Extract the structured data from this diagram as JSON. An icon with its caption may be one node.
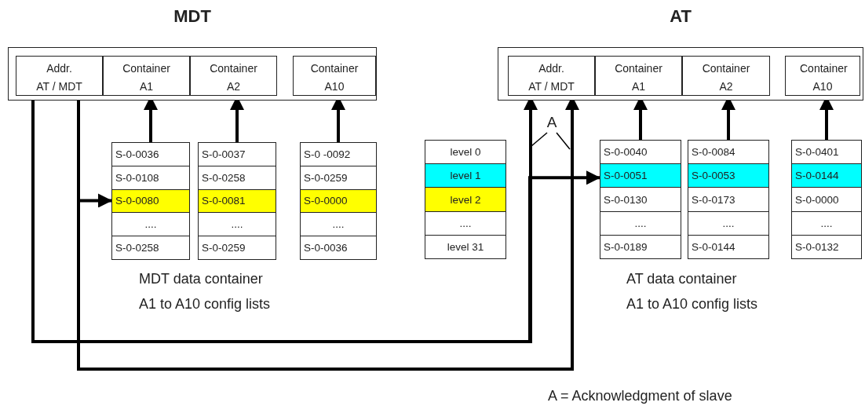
{
  "diagram": {
    "nodes": [
      {
        "text": [
          "MDT"
        ]
      },
      {
        "text": [
          "Addr.",
          "AT / MDT"
        ],
        "in": 0
      },
      {
        "text": [
          "Container A1"
        ],
        "in": 0
      },
      {
        "text": [
          "Container A2"
        ],
        "in": 0
      },
      {
        "text": [
          "Container A10"
        ],
        "in": 0
      },
      {
        "text": [],
        "shape": "box"
      },
      {
        "text": [
          "S-0-0036"
        ],
        "in": 5
      },
      {
        "text": [
          "S-0-0108"
        ],
        "in": 5
      },
      {
        "text": [
          "S-0-0080"
        ],
        "in": 5
      },
      {
        "text": [
          "...."
        ],
        "in": 5
      },
      {
        "text": [
          "S-0-0258"
        ],
        "in": 5
      },
      {
        "text": [],
        "shape": "box"
      },
      {
        "text": [
          "S-0-0037"
        ],
        "in": 11
      },
      {
        "text": [
          "S-0-0258"
        ],
        "in": 11
      },
      {
        "text": [
          "S-0-0081"
        ],
        "in": 11
      },
      {
        "text": [
          "...."
        ],
        "in": 11
      },
      {
        "text": [
          "S-0-0259"
        ],
        "in": 11
      },
      {
        "text": [],
        "shape": "box"
      },
      {
        "text": [
          "S-0 -0092"
        ],
        "in": 17
      },
      {
        "text": [
          "S-0-0259"
        ],
        "in": 17
      },
      {
        "text": [
          "S-0-0000"
        ],
        "in": 17
      },
      {
        "text": [
          "...."
        ],
        "in": 17
      },
      {
        "text": [
          "S-0-0036"
        ],
        "in": 17
      },
      {
        "text": [],
        "shape": "box"
      },
      {
        "text": [
          "level 0"
        ],
        "in": 23
      },
      {
        "text": [
          "level 1"
        ],
        "in": 23
      },
      {
        "text": [
          "level 2"
        ],
        "in": 23
      },
      {
        "text": [
          "...."
        ],
        "in": 23
      },
      {
        "text": [
          "level 31"
        ],
        "in": 23
      },
      {
        "text": [
          "AT"
        ]
      },
      {
        "text": [
          "Addr.",
          "AT / MDT"
        ],
        "in": 29
      },
      {
        "text": [
          "Container A1"
        ],
        "in": 29
      },
      {
        "text": [
          "Container A2"
        ],
        "in": 29
      },
      {
        "text": [
          "Container A10"
        ],
        "in": 29
      },
      {
        "text": [],
        "shape": "box"
      },
      {
        "text": [
          "S-0-0040"
        ],
        "in": 34
      },
      {
        "text": [
          "S-0-0051"
        ],
        "in": 34
      },
      {
        "text": [
          "S-0-0130"
        ],
        "in": 34
      },
      {
        "text": [
          "...."
        ],
        "in": 34
      },
      {
        "text": [
          "S-0-0189"
        ],
        "in": 34
      },
      {
        "text": [],
        "shape": "box"
      },
      {
        "text": [
          "S-0-0084"
        ],
        "in": 40
      },
      {
        "text": [
          "S-0-0053"
        ],
        "in": 40
      },
      {
        "text": [
          "S-0-0173"
        ],
        "in": 40
      },
      {
        "text": [
          "...."
        ],
        "in": 40
      },
      {
        "text": [
          "S-0-0144"
        ],
        "in": 40
      },
      {
        "text": [],
        "shape": "box"
      },
      {
        "text": [
          "S-0-0401"
        ],
        "in": 46
      },
      {
        "text": [
          "S-0-0144"
        ],
        "in": 46
      },
      {
        "text": [
          "S-0-0000"
        ],
        "in": 46
      },
      {
        "text": [
          "...."
        ],
        "in": 46
      },
      {
        "text": [
          "S-0-0132"
        ],
        "in": 46
      },
      {
        "text": [
          "A"
        ]
      }
    ],
    "edges": [
      {
        "from": 5,
        "to": 2,
        "arrow": "to"
      },
      {
        "from": 11,
        "to": 3,
        "arrow": "to"
      },
      {
        "from": 17,
        "to": 4,
        "arrow": "to"
      },
      {
        "from": 1,
        "to": 8,
        "arrow": "to"
      },
      {
        "from": 1,
        "to": 30,
        "arrow": "to"
      },
      {
        "from": 1,
        "to": 36,
        "arrow": "to"
      },
      {
        "from": 1,
        "to": 30,
        "arrow": "to"
      },
      {
        "from": 34,
        "to": 31,
        "arrow": "to"
      },
      {
        "from": 40,
        "to": 32,
        "arrow": "to"
      },
      {
        "from": 46,
        "to": 33,
        "arrow": "to"
      },
      {
        "from": 52,
        "to": null,
        "arrow": "none"
      },
      {
        "from": 52,
        "to": null,
        "arrow": "none"
      }
    ],
    "labels": [
      "MDT data container",
      "A1 to A10 config lists",
      "AT data container",
      "A1 to A10 config lists",
      "A = Acknowledgment of slave"
    ]
  }
}
